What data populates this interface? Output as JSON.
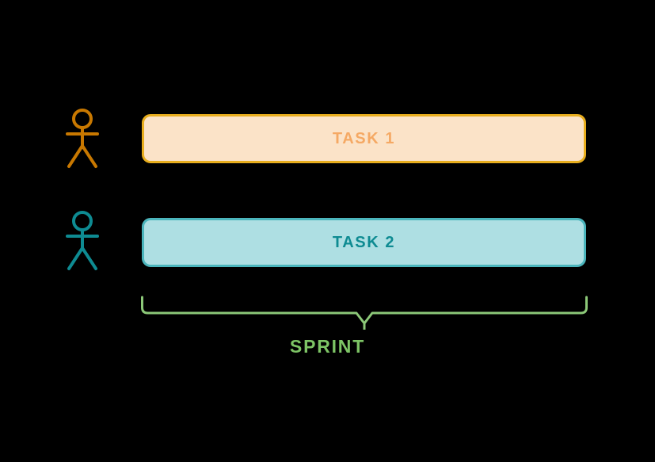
{
  "diagram": {
    "title": "sprint-tasks-diagram",
    "background_color": "#000000",
    "rows": [
      {
        "actor_icon": "stick-figure-icon",
        "actor_color": "#C87800",
        "task_label": "TASK 1",
        "fill_color": "#FBE3C8",
        "border_color": "#E8AE1E",
        "text_color": "#F5A964"
      },
      {
        "actor_icon": "stick-figure-icon",
        "actor_color": "#0E8B92",
        "task_label": "TASK 2",
        "fill_color": "#AEDFE3",
        "border_color": "#4BB5BC",
        "text_color": "#0E8B92"
      }
    ],
    "bracket": {
      "icon": "span-bracket-icon",
      "label": "SPRINT",
      "color": "#8CC878",
      "label_color": "#7DC465"
    }
  }
}
